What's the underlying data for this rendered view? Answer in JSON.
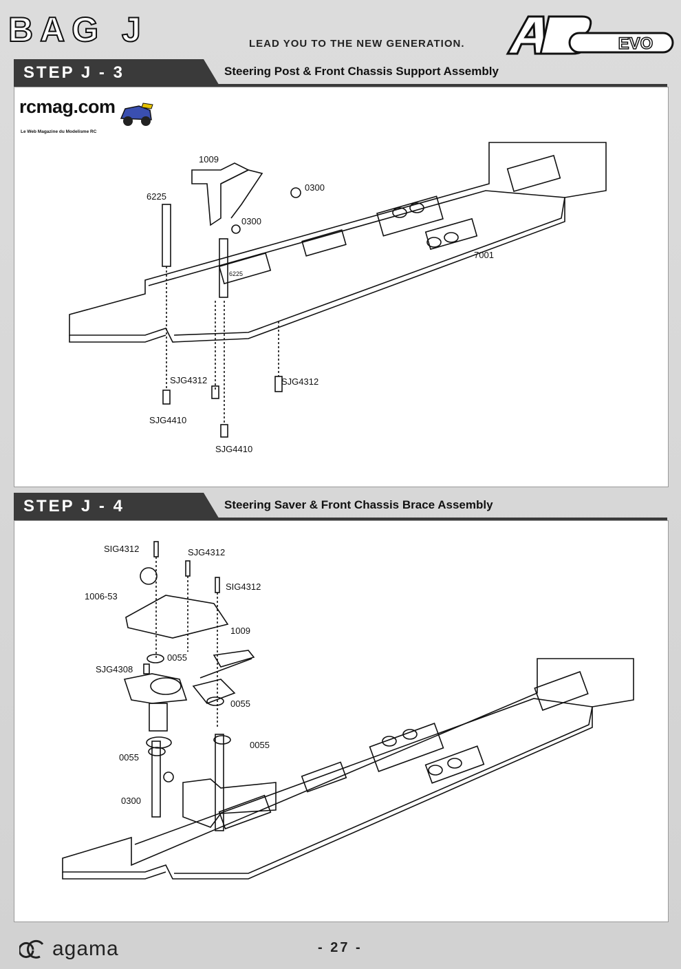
{
  "header": {
    "bag_title": "BAG J",
    "tagline": "LEAD YOU TO THE NEW GENERATION.",
    "brand_logo_text": "A8",
    "brand_logo_suffix": "EVO"
  },
  "watermark": {
    "site": "rcmag.com",
    "subtitle": "Le Web Magazine du Modelisme RC"
  },
  "steps": [
    {
      "label": "STEP J - 3",
      "heading": "Steering Post & Front Chassis Support Assembly",
      "parts": [
        "1009",
        "0300",
        "6225",
        "0300",
        "6225",
        "7001",
        "SJG4312",
        "SJG4312",
        "SJG4410",
        "SJG4410"
      ]
    },
    {
      "label": "STEP J - 4",
      "heading": "Steering Saver & Front Chassis Brace Assembly",
      "parts": [
        "SIG4312",
        "SJG4312",
        "SIG4312",
        "1006-53",
        "1009",
        "0055",
        "SJG4308",
        "0055",
        "0055",
        "0055",
        "0300"
      ]
    }
  ],
  "footer": {
    "brand": "agama",
    "page_number": "- 27 -"
  }
}
